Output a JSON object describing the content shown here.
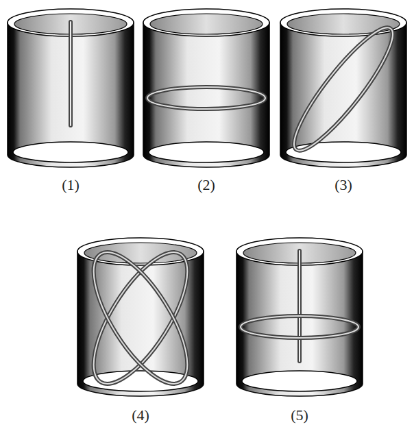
{
  "diagram": {
    "labels": [
      "(1)",
      "(2)",
      "(3)",
      "(4)",
      "(5)"
    ]
  }
}
